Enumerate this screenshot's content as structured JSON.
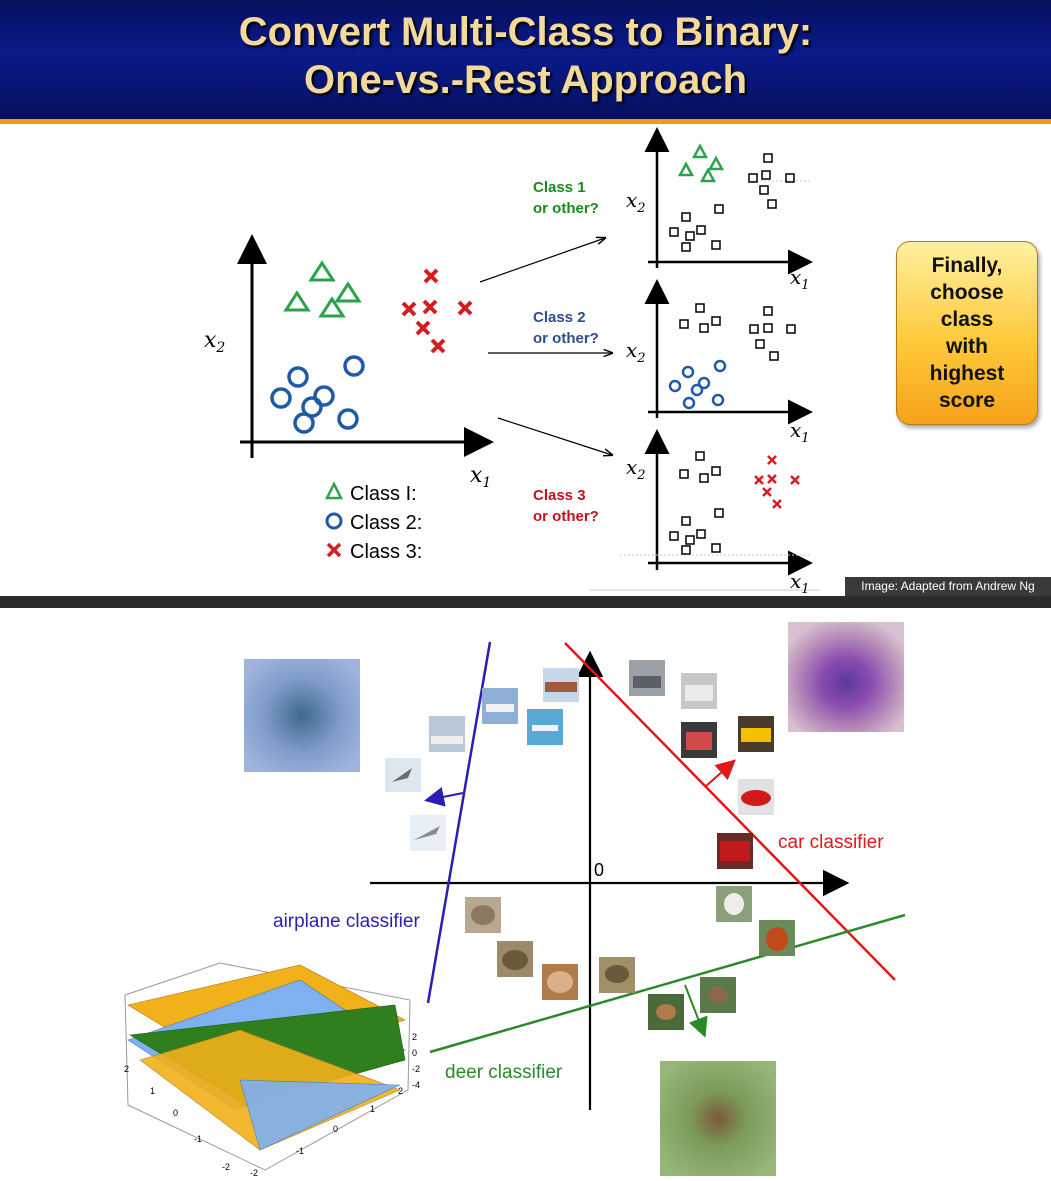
{
  "header": {
    "title_line1": "Convert Multi-Class to Binary:",
    "title_line2": "One-vs.-Rest Approach"
  },
  "ovr": {
    "x1": "x",
    "x2": "x",
    "sub1": "1",
    "sub2": "2",
    "legend": [
      "Class I:",
      "Class 2:",
      "Class 3:"
    ],
    "questions": [
      {
        "line1": "Class 1",
        "line2": "or other?",
        "color": "#1a8a1a"
      },
      {
        "line1": "Class 2",
        "line2": "or other?",
        "color": "#2c4f8a"
      },
      {
        "line1": "Class 3",
        "line2": "or other?",
        "color": "#c0141c"
      }
    ],
    "callout": [
      "Finally,",
      "choose",
      "class",
      "with",
      "highest",
      "score"
    ],
    "credit": "Image: Adapted from Andrew Ng"
  },
  "linear": {
    "origin": "0",
    "airplane": "airplane classifier",
    "car": "car classifier",
    "deer": "deer classifier",
    "colors": {
      "airplane": "#2a1fb4",
      "car": "#e01818",
      "deer": "#2a8a2a"
    }
  },
  "surface": {
    "z_ticks": [
      "2",
      "0",
      "-2",
      "-4"
    ],
    "x_ticks": [
      "2",
      "1",
      "0",
      "-1",
      "-2"
    ],
    "y_ticks": [
      "-2",
      "-1",
      "0",
      "1",
      "2"
    ]
  }
}
